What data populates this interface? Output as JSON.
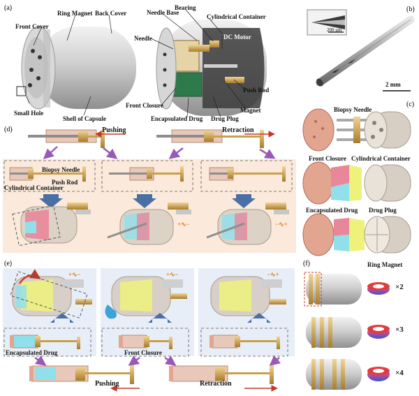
{
  "panels": {
    "a": "(a)",
    "b": "(b)",
    "c": "(c)",
    "d": "(d)",
    "e": "(e)",
    "f": "(f)"
  },
  "panel_a": {
    "labels": [
      "Front Cover",
      "Ring Magnet",
      "Back Cover",
      "Small Hole",
      "Shell of Capsule",
      "Needle Base",
      "Bearing",
      "Cylindrical Container",
      "Needle",
      "DC Motor",
      "Front Closure",
      "Encapsulated Drug",
      "Drug Plug",
      "Magnet",
      "Push Rod"
    ]
  },
  "panel_b": {
    "scale_inset": "200 μm",
    "scale_main": "2 mm"
  },
  "panel_c": {
    "labels": [
      "Biopsy Needle",
      "Front Closure",
      "Cylindrical Container",
      "Encapsulated Drug",
      "Drug Plug"
    ]
  },
  "panel_d": {
    "actions": [
      "Pushing",
      "Retraction"
    ],
    "labels": [
      "Biopsy Needle",
      "Push Rod",
      "Cylindrical Container"
    ],
    "signals": [
      "+∿−",
      "−∿+"
    ]
  },
  "panel_e": {
    "signals": [
      "+∿−",
      "+∿−",
      "−∿+"
    ],
    "labels": [
      "Encapsulated Drug",
      "Front Closure"
    ],
    "actions": [
      "Pushing",
      "Retraction"
    ]
  },
  "panel_f": {
    "title": "Ring Magnet",
    "counts": [
      "×2",
      "×3",
      "×4"
    ]
  },
  "colors": {
    "gold": "#c9a04a",
    "steel": "#b9b9b9",
    "drug_pink": "#e89aa6",
    "drug_cyan": "#8fe0ea",
    "drug_yellow": "#eef27a",
    "drug_green": "#2f7a4a",
    "arrow_red": "#c0392b",
    "arrow_purple": "#9b59b6",
    "arrow_blue": "#4a6fa5",
    "bg_peach": "#fbeadb",
    "bg_blue": "#e8eef7"
  }
}
